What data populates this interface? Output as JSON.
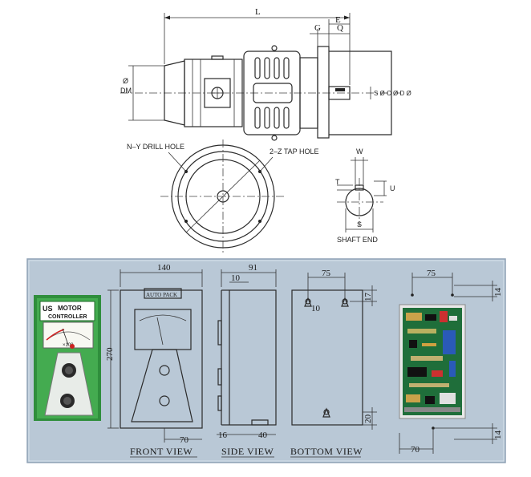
{
  "motor": {
    "labels": {
      "L": "L",
      "E": "E",
      "G": "G",
      "Q": "Q",
      "dm1": "Ø",
      "dm2": "DM",
      "scd": "S Ø C Ø D Ø"
    }
  },
  "flange": {
    "ny": "N–Y DRILL HOLE",
    "ztap": "2–Z TAP HOLE"
  },
  "shaft": {
    "W": "W",
    "T": "T",
    "U": "U",
    "S": "S",
    "caption": "SHAFT END"
  },
  "controller": {
    "front_dims": {
      "w": "140",
      "h": "270",
      "bottom": "70"
    },
    "side_dims": {
      "top": "91",
      "offset": "10",
      "bottom_a": "16",
      "bottom_b": "40"
    },
    "bottom_dims": {
      "top": "75",
      "hole": "10",
      "right": "17",
      "low": "20"
    },
    "photo_dims": {
      "top": "75",
      "right_top": "14",
      "right_bot": "14",
      "bottom": "70"
    },
    "panel": {
      "brand": "MOTOR",
      "brand2": "CONTROLLER",
      "logo": "US",
      "meter_label": "×100"
    },
    "drawing_label": "AUTO PACK",
    "views": {
      "front": "FRONT VIEW",
      "side": "SIDE VIEW",
      "bottom": "BOTTOM VIEW"
    }
  },
  "colors": {
    "panel_bg": "#b8c8d8",
    "controller_green": "#3aa047",
    "board_green": "#1f6e3a"
  }
}
